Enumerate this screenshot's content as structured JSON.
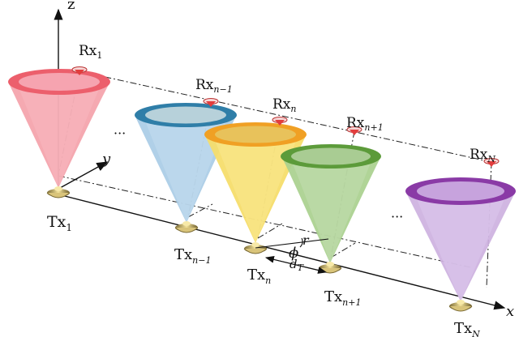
{
  "axes": {
    "x": "x",
    "y": "y",
    "z": "z"
  },
  "ellipsis": "···",
  "symbols": {
    "r": "r",
    "phi": "ϕ",
    "d": "d",
    "d_sub": "T"
  },
  "units": [
    {
      "tx": "Tx",
      "rx": "Rx",
      "sub": "1",
      "color": "#ec5f6c"
    },
    {
      "tx": "Tx",
      "rx": "Rx",
      "sub": "n−1",
      "color": "#2f7ea8"
    },
    {
      "tx": "Tx",
      "rx": "Rx",
      "sub": "n",
      "color": "#f0a024"
    },
    {
      "tx": "Tx",
      "rx": "Rx",
      "sub": "n+1",
      "color": "#5c9b3a"
    },
    {
      "tx": "Tx",
      "rx": "Rx",
      "sub": "N",
      "color": "#8a3aa6"
    }
  ],
  "cone_colors": {
    "1": {
      "body": "#f4a2aa",
      "inner": "#f7b8c0",
      "rim": "#ec5f6c"
    },
    "n-1": {
      "body": "#a9cce6",
      "inner": "#b7d1da",
      "rim": "#2f7ea8"
    },
    "n": {
      "body": "#f5dd6a",
      "inner": "#f0c85e",
      "rim": "#f0a024"
    },
    "n+1": {
      "body": "#a9d08e",
      "inner": "#b7d6a4",
      "rim": "#5c9b3a"
    },
    "N": {
      "body": "#cdb1e0",
      "inner": "#d9c4e8",
      "rim": "#8a3aa6"
    }
  }
}
